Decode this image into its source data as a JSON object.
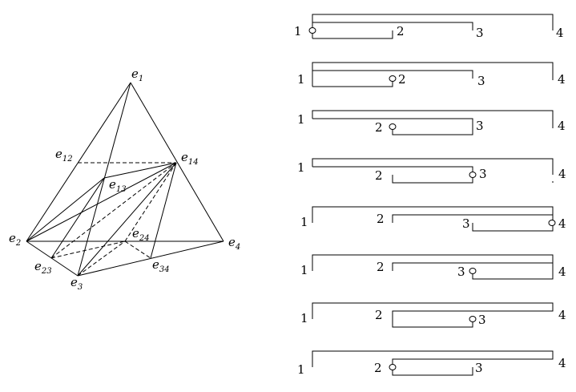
{
  "tetrahedron": {
    "labels": [
      {
        "id": "e1",
        "base": "e",
        "sub": "1"
      },
      {
        "id": "e12",
        "base": "e",
        "sub": "12"
      },
      {
        "id": "e14",
        "base": "e",
        "sub": "14"
      },
      {
        "id": "e13",
        "base": "e",
        "sub": "13"
      },
      {
        "id": "e2",
        "base": "e",
        "sub": "2"
      },
      {
        "id": "e24",
        "base": "e",
        "sub": "24"
      },
      {
        "id": "e4",
        "base": "e",
        "sub": "4"
      },
      {
        "id": "e23",
        "base": "e",
        "sub": "23"
      },
      {
        "id": "e34",
        "base": "e",
        "sub": "34"
      },
      {
        "id": "e3",
        "base": "e",
        "sub": "3"
      }
    ]
  },
  "sequence": {
    "rows": [
      {
        "labels": [
          "1",
          "2",
          "3",
          "4"
        ]
      },
      {
        "labels": [
          "1",
          "2",
          "3",
          "4"
        ]
      },
      {
        "labels": [
          "1",
          "2",
          "3",
          "4"
        ]
      },
      {
        "labels": [
          "1",
          "2",
          "3",
          "4"
        ]
      },
      {
        "labels": [
          "1",
          "2",
          "3",
          "4"
        ]
      },
      {
        "labels": [
          "1",
          "2",
          "3",
          "4"
        ]
      },
      {
        "labels": [
          "1",
          "2",
          "3",
          "4"
        ]
      },
      {
        "labels": [
          "1",
          "2",
          "3",
          "4"
        ]
      }
    ]
  }
}
